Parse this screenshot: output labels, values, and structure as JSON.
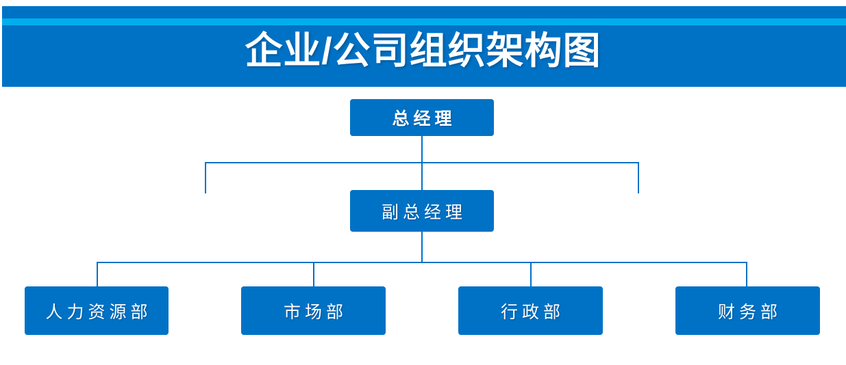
{
  "header": {
    "title": "企业/公司组织架构图",
    "band_color": "#0072C6",
    "stripe_color": "#00AEEF",
    "title_color": "#FFFFFF"
  },
  "chart_data": {
    "type": "diagram",
    "diagram_type": "organization-chart",
    "title": "企业/公司组织架构图",
    "node_color": "#0072C6",
    "connector_color": "#0072C6",
    "text_color": "#FFFFFF",
    "levels": 3,
    "nodes": [
      {
        "id": "gm",
        "label": "总经理",
        "level": 1,
        "parent": null
      },
      {
        "id": "dgm",
        "label": "副总经理",
        "level": 2,
        "parent": "gm"
      },
      {
        "id": "hr",
        "label": "人力资源部",
        "level": 3,
        "parent": "dgm"
      },
      {
        "id": "mkt",
        "label": "市场部",
        "level": 3,
        "parent": "dgm"
      },
      {
        "id": "adm",
        "label": "行政部",
        "level": 3,
        "parent": "dgm"
      },
      {
        "id": "fin",
        "label": "财务部",
        "level": 3,
        "parent": "dgm"
      }
    ],
    "edges": [
      {
        "from": "gm",
        "to": "dgm"
      },
      {
        "from": "dgm",
        "to": "hr"
      },
      {
        "from": "dgm",
        "to": "mkt"
      },
      {
        "from": "dgm",
        "to": "adm"
      },
      {
        "from": "dgm",
        "to": "fin"
      }
    ]
  },
  "nodes": {
    "general_manager": "总经理",
    "deputy_general_manager": "副总经理",
    "departments": [
      "人力资源部",
      "市场部",
      "行政部",
      "财务部"
    ]
  }
}
